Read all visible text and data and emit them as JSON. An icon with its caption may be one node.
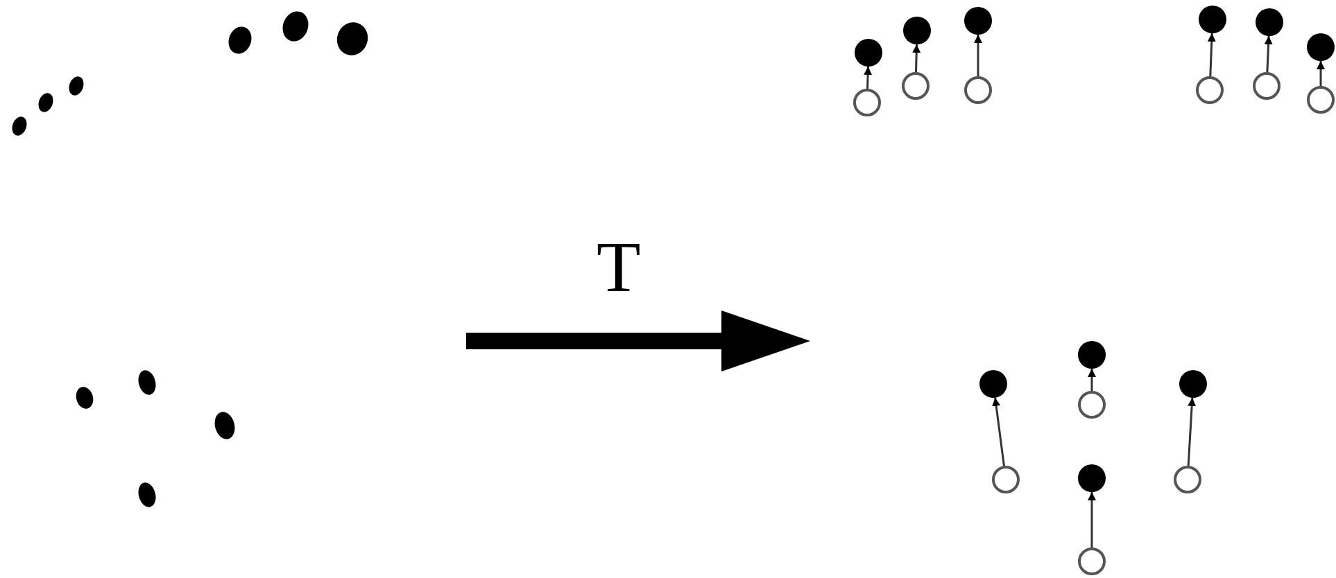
{
  "diagram": {
    "nodes": [
      {
        "text": [],
        "shape": "circle"
      },
      {
        "text": [],
        "shape": "dot"
      },
      {
        "text": [],
        "shape": "circle"
      },
      {
        "text": [],
        "shape": "dot"
      },
      {
        "text": [],
        "shape": "circle"
      },
      {
        "text": [],
        "shape": "dot"
      },
      {
        "text": [],
        "shape": "circle"
      },
      {
        "text": [],
        "shape": "dot"
      },
      {
        "text": [],
        "shape": "circle"
      },
      {
        "text": [],
        "shape": "dot"
      },
      {
        "text": [],
        "shape": "circle"
      },
      {
        "text": [],
        "shape": "dot"
      },
      {
        "text": [],
        "shape": "circle"
      },
      {
        "text": [],
        "shape": "dot"
      },
      {
        "text": [],
        "shape": "circle"
      },
      {
        "text": [],
        "shape": "dot"
      },
      {
        "text": [],
        "shape": "circle"
      },
      {
        "text": [],
        "shape": "dot"
      },
      {
        "text": [],
        "shape": "circle"
      },
      {
        "text": [],
        "shape": "dot"
      }
    ],
    "edges": [
      {
        "from": 0,
        "to": 1,
        "arrow": "to"
      },
      {
        "from": 2,
        "to": 3,
        "arrow": "to"
      },
      {
        "from": 4,
        "to": 5,
        "arrow": "to"
      },
      {
        "from": 6,
        "to": 7,
        "arrow": "to"
      },
      {
        "from": 8,
        "to": 9,
        "arrow": "to"
      },
      {
        "from": 10,
        "to": 11,
        "arrow": "to"
      },
      {
        "from": 12,
        "to": 13,
        "arrow": "to"
      },
      {
        "from": 14,
        "to": 15,
        "arrow": "to"
      },
      {
        "from": 16,
        "to": 17,
        "arrow": "to"
      },
      {
        "from": 18,
        "to": 19,
        "arrow": "to"
      }
    ],
    "labels": [
      "T"
    ]
  }
}
